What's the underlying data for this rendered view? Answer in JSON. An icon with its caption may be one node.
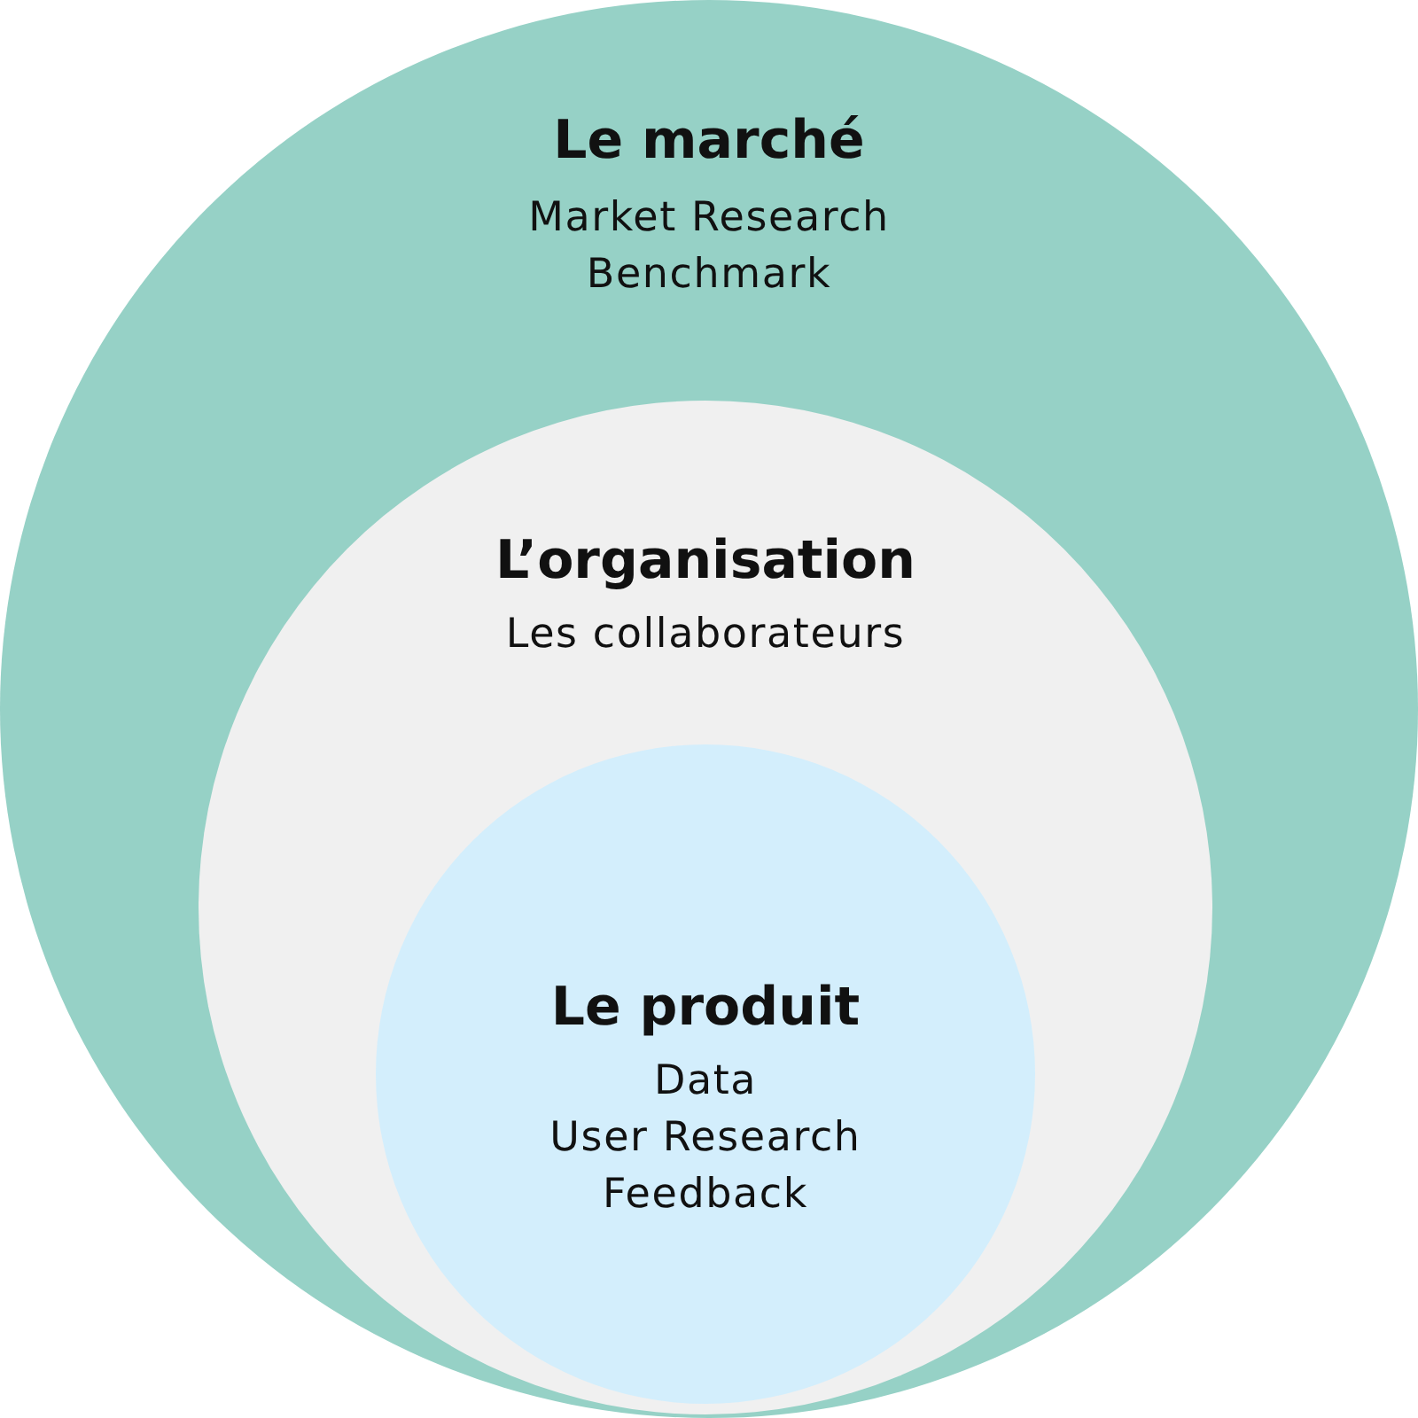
{
  "diagram": {
    "nodes": [
      {
        "text": [
          "Le marché",
          "Market Research",
          "Benchmark"
        ]
      },
      {
        "text": [
          "L’organisation",
          "Les collaborateurs"
        ],
        "in": 0
      },
      {
        "text": [
          "Le produit",
          "Data",
          "User Research",
          "Feedback"
        ],
        "in": 1
      }
    ]
  }
}
